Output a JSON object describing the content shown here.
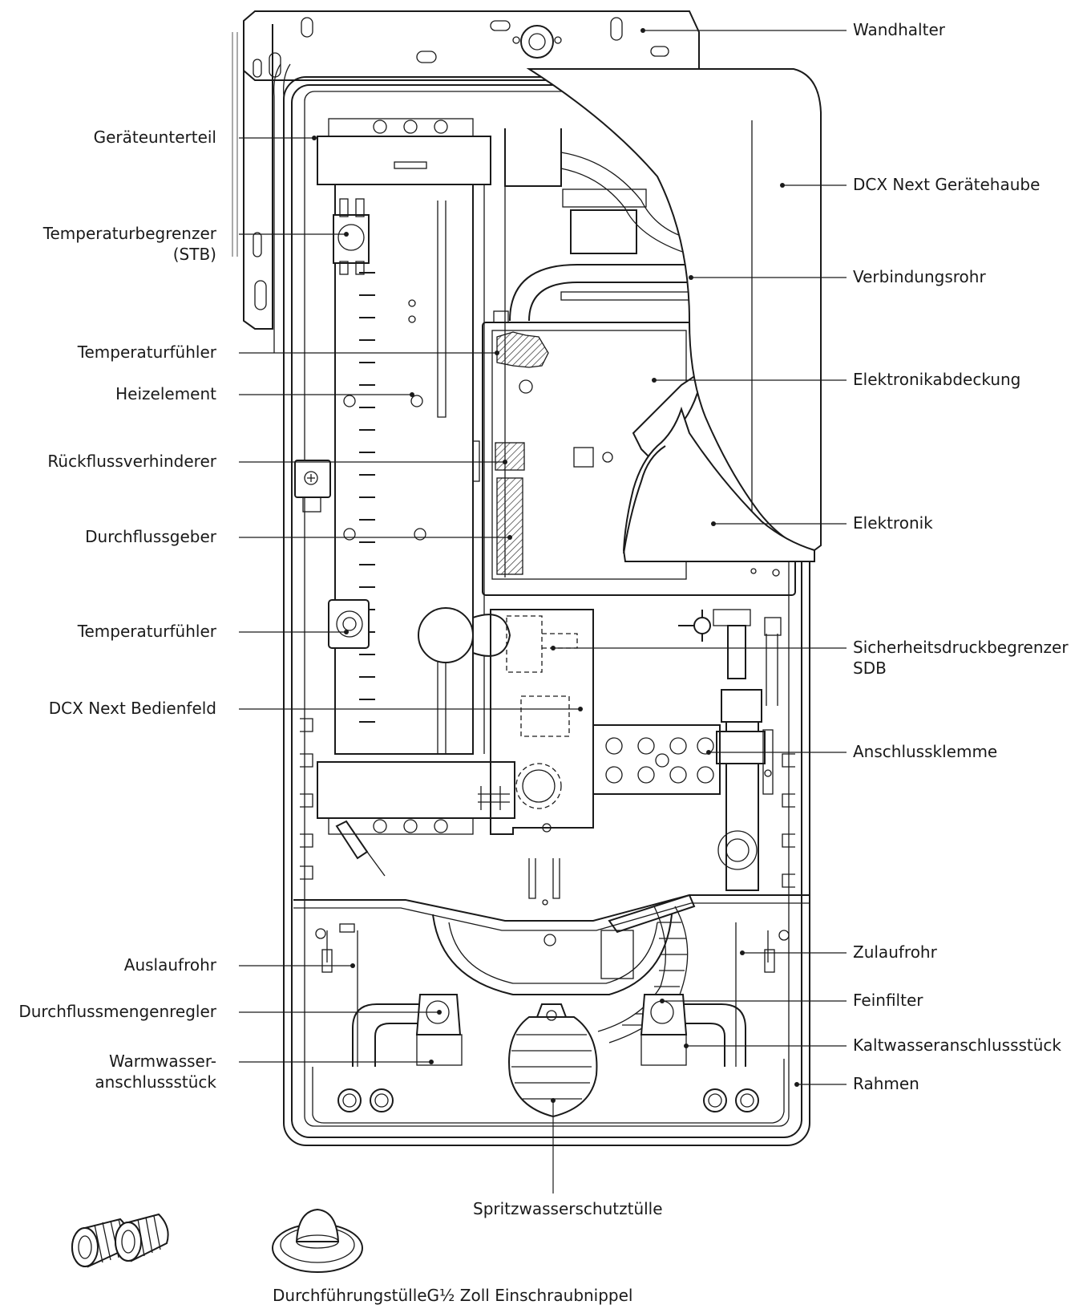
{
  "labels": {
    "wandhalter": "Wandhalter",
    "geraeteunterteil": "Geräteunterteil",
    "dcx_next_geraetehaube": "DCX Next Gerätehaube",
    "temperaturbegrenzer_line1": "Temperaturbegrenzer",
    "temperaturbegrenzer_line2": "(STB)",
    "verbindungsrohr": "Verbindungsrohr",
    "temperaturfuehler_top": "Temperaturfühler",
    "elektronikabdeckung": "Elektronikabdeckung",
    "heizelement": "Heizelement",
    "rueckflussverhinderer": "Rückflussverhinderer",
    "elektronik": "Elektronik",
    "durchflussgeber": "Durchflussgeber",
    "temperaturfuehler_bottom": "Temperaturfühler",
    "sicherheitsdruckbegrenzer_line1": "Sicherheitsdruckbegrenzer",
    "sicherheitsdruckbegrenzer_line2": "SDB",
    "dcx_next_bedienfeld": "DCX Next Bedienfeld",
    "anschlussklemme": "Anschlussklemme",
    "auslaufrohr": "Auslaufrohr",
    "zulaufrohr": "Zulaufrohr",
    "durchflussmengenregler": "Durchflussmengenregler",
    "feinfilter": "Feinfilter",
    "warmwasser_line1": "Warmwasser-",
    "warmwasser_line2": "anschlussstück",
    "kaltwasseranschlussstueck": "Kaltwasseranschlussstück",
    "rahmen": "Rahmen",
    "spritzwasserschutztuelle": "Spritzwasserschutztülle",
    "accessories_caption": "DurchführungstülleG½ Zoll Einschraubnippel"
  }
}
